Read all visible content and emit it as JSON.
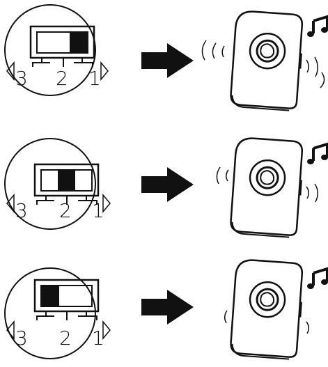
{
  "rows": [
    {
      "switch_numbers": [
        "3",
        "2",
        "1"
      ],
      "selected_position": "1",
      "volume_icon": "music-note-icon",
      "sound_wave_level": "high"
    },
    {
      "switch_numbers": [
        "3",
        "2",
        "1"
      ],
      "selected_position": "2",
      "volume_icon": "music-note-icon",
      "sound_wave_level": "medium"
    },
    {
      "switch_numbers": [
        "3",
        "2",
        "1"
      ],
      "selected_position": "3",
      "volume_icon": "music-note-icon",
      "sound_wave_level": "low"
    }
  ],
  "colors": {
    "ink": "#111111",
    "background": "#ffffff"
  }
}
